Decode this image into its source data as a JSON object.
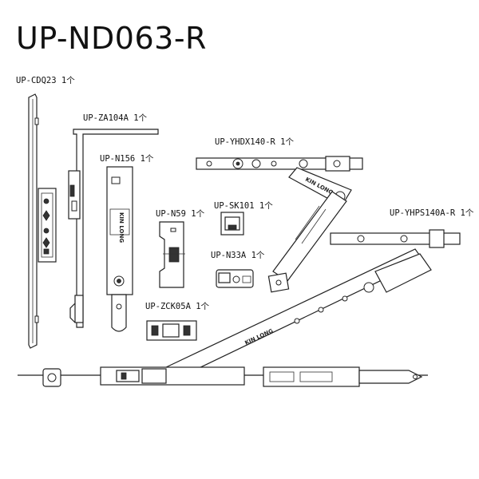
{
  "title": "UP-ND063-R",
  "parts": {
    "cdq23": "UP-CDQ23 1个",
    "za104a": "UP-ZA104A 1个",
    "n156": "UP-N156 1个",
    "yhdx140": "UP-YHDX140-R 1个",
    "n59": "UP-N59 1个",
    "sk101": "UP-SK101 1个",
    "yhps140a": "UP-YHPS140A-R 1个",
    "n33a": "UP-N33A 1个",
    "zck05a": "UP-ZCK05A 1个"
  },
  "logo_text": "KIN LONG"
}
